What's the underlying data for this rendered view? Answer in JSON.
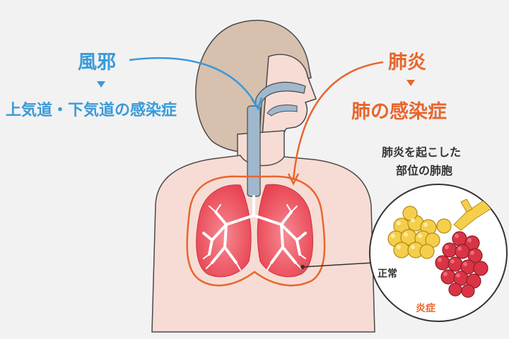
{
  "colors": {
    "background": "#f2f2f2",
    "cold_blue": "#3a9ad9",
    "pneumonia_orange": "#e8662e",
    "skin": "#f6dcd4",
    "hair": "#d7c0ad",
    "airway": "#9fb8cd",
    "lung_red": "#ee4f5d",
    "alveoli_normal": "#f5cf4a",
    "alveoli_inflamed": "#d93445"
  },
  "labels": {
    "cold_title": "風邪",
    "cold_desc": "上気道・下気道の感染症",
    "pneumonia_title": "肺炎",
    "pneumonia_desc": "肺の感染症",
    "inset_title_line1": "肺炎を起こした",
    "inset_title_line2": "部位の肺胞",
    "normal": "正常",
    "inflamed": "炎症"
  },
  "icons": {
    "cold_marker": "triangle-down-icon",
    "pneumonia_marker": "triangle-down-icon"
  }
}
